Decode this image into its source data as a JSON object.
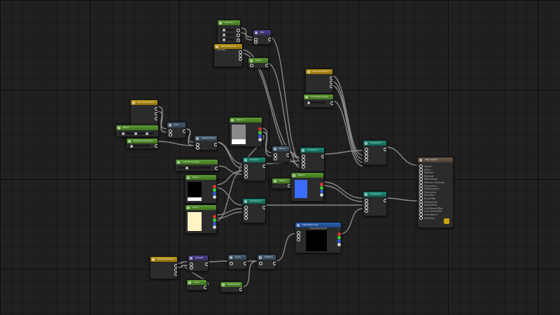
{
  "graph": {
    "material_output": {
      "title": "Map Output",
      "slots": [
        "Opacity",
        "Diffuse",
        "Reflection",
        "Metalness",
        "Reflect Rough",
        "Refraction Glossiness",
        "Translucency",
        "Self-Illumination",
        "Translucency",
        "Bump Map",
        "Normal Map",
        "Displacement",
        "Opacity Mask",
        "Local Normal Offset",
        "Local Cavity Detail",
        "Transmittance",
        "Subsurface"
      ]
    },
    "colors": {
      "green": "#4f8a28",
      "yellow": "#b58d12",
      "teal": "#168070",
      "purple": "#3e3578",
      "blue": "#2258a8",
      "slate": "#3e5266",
      "wire": "#9a9a9a"
    },
    "nodes": {
      "n_top_green": {
        "title": "Texture 1",
        "icon": "texture-icon"
      },
      "n_purple_mix": {
        "title": "Mix",
        "icon": "mix-icon"
      },
      "n_top_yellow": {
        "title": "World Normal",
        "sub": "Geometry"
      },
      "n_small_green": {
        "title": "Input"
      },
      "n_yellow_right": {
        "title": "Bitmap Texture"
      },
      "n_green_right": {
        "title": "Controlled Value"
      },
      "n_yellow_left": {
        "title": "Bitmap Texture"
      },
      "n_green_slider": {
        "title": "Blend"
      },
      "n_green_small2": {
        "title": "Edge Smoothness"
      },
      "n_slate1": {
        "title": "Add"
      },
      "n_slate2": {
        "title": "Multiplication"
      },
      "n_tex_gray": {
        "title": "Map 2"
      },
      "n_teal_mid": {
        "title": "Combine"
      },
      "n_slate3": {
        "title": "Blend"
      },
      "n_teal_center": {
        "title": "Combine 2"
      },
      "n_teal_right1": {
        "title": "Combine 3"
      },
      "n_green_long": {
        "title": "Tint Percentage"
      },
      "n_tex_black": {
        "title": "Map 3"
      },
      "n_tex_cream": {
        "title": "Map 4"
      },
      "n_teal_mid2": {
        "title": "Combine 4"
      },
      "n_small_blue": {
        "title": "Map 5"
      },
      "n_tex_blue": {
        "title": "Map 6"
      },
      "n_teal_right2": {
        "title": "Combine 5"
      },
      "n_blue_bake": {
        "title": "Map Baked Tex",
        "sub": "Coarse Map Normal"
      },
      "n_yellow_bottom": {
        "title": "Bitmap Texture"
      },
      "n_purple_bottom": {
        "title": "Sample"
      },
      "n_slate_b1": {
        "title": "Scale"
      },
      "n_slate_b2": {
        "title": "Multiply"
      },
      "n_green_b1": {
        "title": "Color"
      },
      "n_green_b2": {
        "title": "Detail Scale"
      }
    }
  }
}
